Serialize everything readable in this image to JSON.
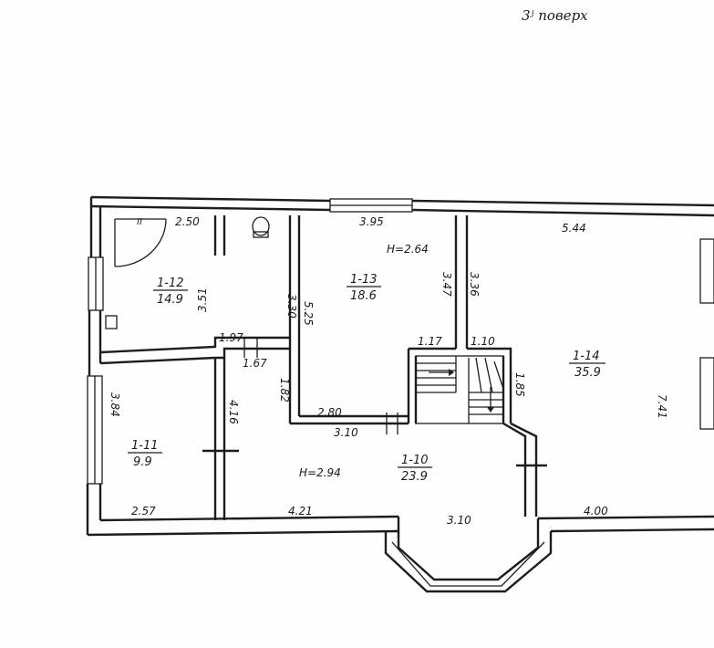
{
  "header": {
    "floor_label": "3ʲ поверх"
  },
  "rooms": [
    {
      "id": "1-12",
      "area": "14.9"
    },
    {
      "id": "1-13",
      "area": "18.6"
    },
    {
      "id": "1-14",
      "area": "35.9"
    },
    {
      "id": "1-11",
      "area": "9.9"
    },
    {
      "id": "1-10",
      "area": "23.9"
    }
  ],
  "heights": {
    "room_1_13": "H=2.64",
    "room_1_10": "H=2.94"
  },
  "dimensions": {
    "r12_top": "2.50",
    "r12_side": "3.51",
    "r12_bottom": "1.97",
    "bath_side": "3.30",
    "r13_top": "3.95",
    "r13_left": "5.25",
    "r13_right": "3.47",
    "corr_top": "3.36",
    "r14_top": "5.44",
    "r14_right": "7.41",
    "r14_bottom": "4.00",
    "stair_left": "1.17",
    "stair_right": "1.10",
    "stair_side": "1.85",
    "r11_side": "3.84",
    "r11_bottom": "2.57",
    "corr_a": "1.67",
    "corr_b": "1.82",
    "corr_c": "4.16",
    "r10_top_a": "2.80",
    "r10_top_b": "3.10",
    "r10_bottom": "4.21",
    "bay_bottom": "3.10"
  }
}
